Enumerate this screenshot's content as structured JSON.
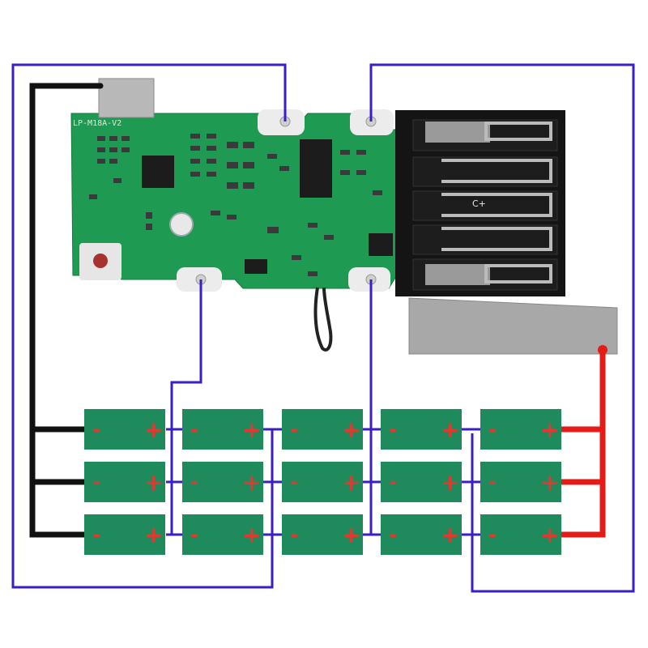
{
  "board": {
    "label": "LP-M18A-V2",
    "connector_label": "C+"
  },
  "cells": {
    "columns": 5,
    "rows": 3,
    "minus_symbol": "-",
    "plus_symbol": "+",
    "cell_color": "#1f8a5c",
    "terminal_color": "#e0392f"
  },
  "wires": {
    "negative_color": "#111111",
    "positive_color": "#e41b17",
    "balance_color": "#3a1fc4"
  }
}
